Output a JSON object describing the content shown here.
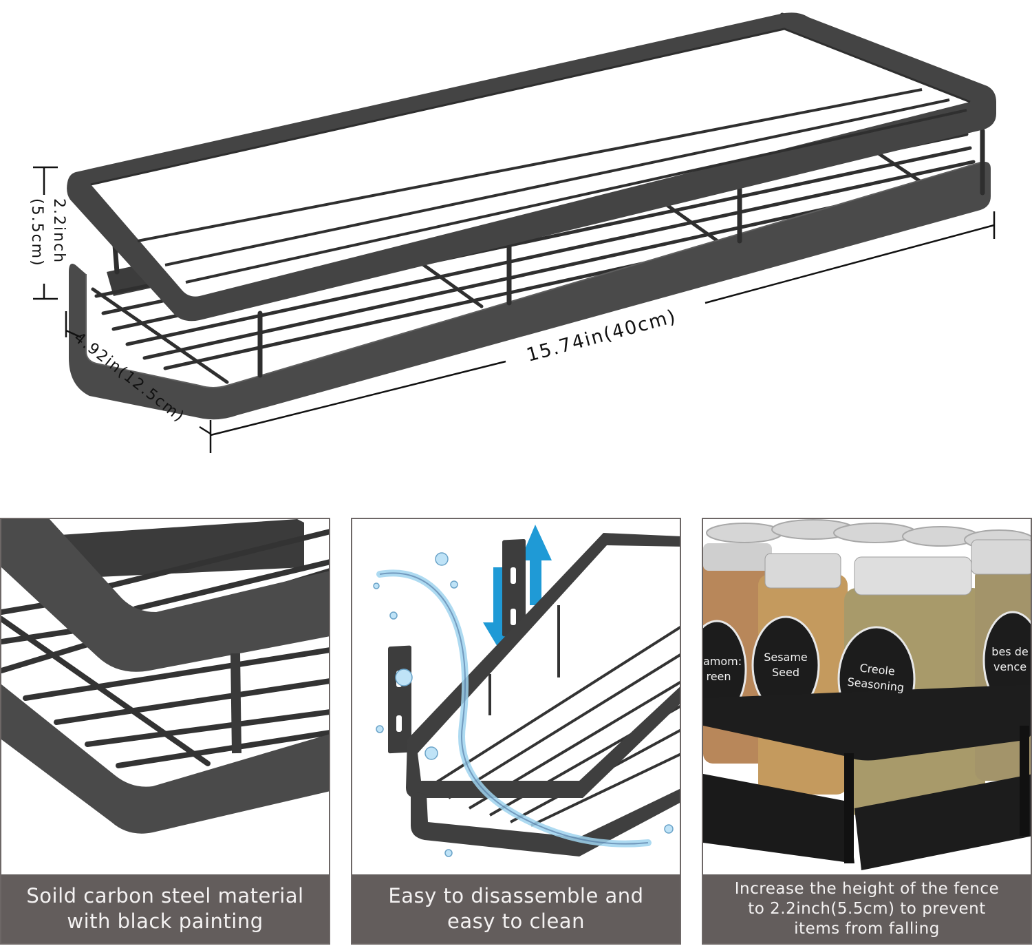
{
  "product_view": {
    "dimensions": {
      "height_inch": "2.2inch",
      "height_cm": "(5.5cm)",
      "depth": "4.92in(12.5cm)",
      "length": "15.74in(40cm)"
    }
  },
  "panels": [
    {
      "id": "material",
      "caption_lines": [
        "Soild carbon steel material",
        "with black painting"
      ]
    },
    {
      "id": "disassemble",
      "caption_lines": [
        "Easy to disassemble and",
        "easy to clean"
      ]
    },
    {
      "id": "fence-height",
      "caption_lines": [
        "Increase the height of the fence",
        "to 2.2inch(5.5cm) to prevent",
        "items from falling"
      ],
      "jar_labels": [
        "amom:\nreen",
        "Sesame\nSeed",
        "Creole\nSeasoning",
        "bes de\nvence"
      ]
    }
  ],
  "colors": {
    "rack_metal": "#4a4a4a",
    "rack_dark": "#2f2f2f",
    "caption_bg": "#635d5c",
    "caption_text": "#f4f2f2",
    "arrow_blue": "#1f9ad6",
    "water": "#9fd3ee"
  }
}
